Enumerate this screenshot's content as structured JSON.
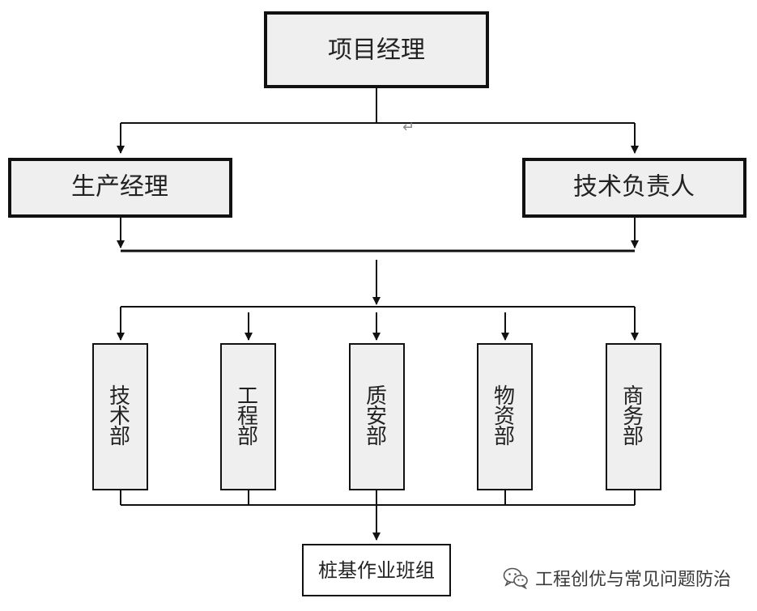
{
  "top": {
    "title": "项目经理"
  },
  "level2": {
    "left": "生产经理",
    "right": "技术负责人"
  },
  "departments": [
    {
      "chars": [
        "技",
        "术",
        "部"
      ]
    },
    {
      "chars": [
        "工",
        "程",
        "部"
      ]
    },
    {
      "chars": [
        "质",
        "安",
        "部"
      ]
    },
    {
      "chars": [
        "物",
        "资",
        "部"
      ]
    },
    {
      "chars": [
        "商",
        "务",
        "部"
      ]
    }
  ],
  "bottom": {
    "title": "桩基作业班组"
  },
  "watermark": {
    "icon": "wechat-icon",
    "text": "工程创优与常见问题防治"
  },
  "colors": {
    "box_fill": "#efefef",
    "line": "#111111"
  }
}
